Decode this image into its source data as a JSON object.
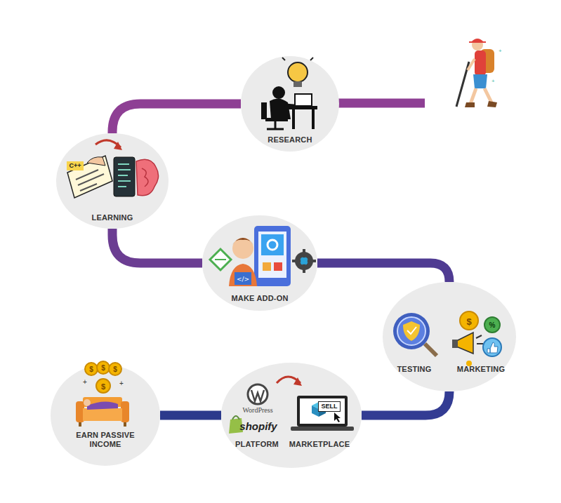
{
  "diagram": {
    "nodes": [
      {
        "text": [
          "RESEARCH"
        ]
      },
      {
        "text": [
          "LEARNING"
        ]
      },
      {
        "text": [
          "MAKE ADD-ON"
        ]
      },
      {
        "text": [
          "TESTING",
          "MARKETING"
        ]
      },
      {
        "text": [
          "PLATFORM",
          "MARKETPLACE"
        ]
      },
      {
        "text": [
          "EARN PASSIVE INCOME"
        ]
      }
    ],
    "edges": [
      {
        "from": 0,
        "to": 1,
        "arrow": "none"
      },
      {
        "from": 1,
        "to": 2,
        "arrow": "none"
      },
      {
        "from": 2,
        "to": 3,
        "arrow": "none"
      },
      {
        "from": 3,
        "to": 4,
        "arrow": "none"
      },
      {
        "from": 4,
        "to": 5,
        "arrow": "none"
      }
    ],
    "labels": [
      "C++",
      "WordPress",
      "shopify",
      "SELL",
      "$",
      "$",
      "$",
      "$",
      "$",
      "%"
    ]
  }
}
